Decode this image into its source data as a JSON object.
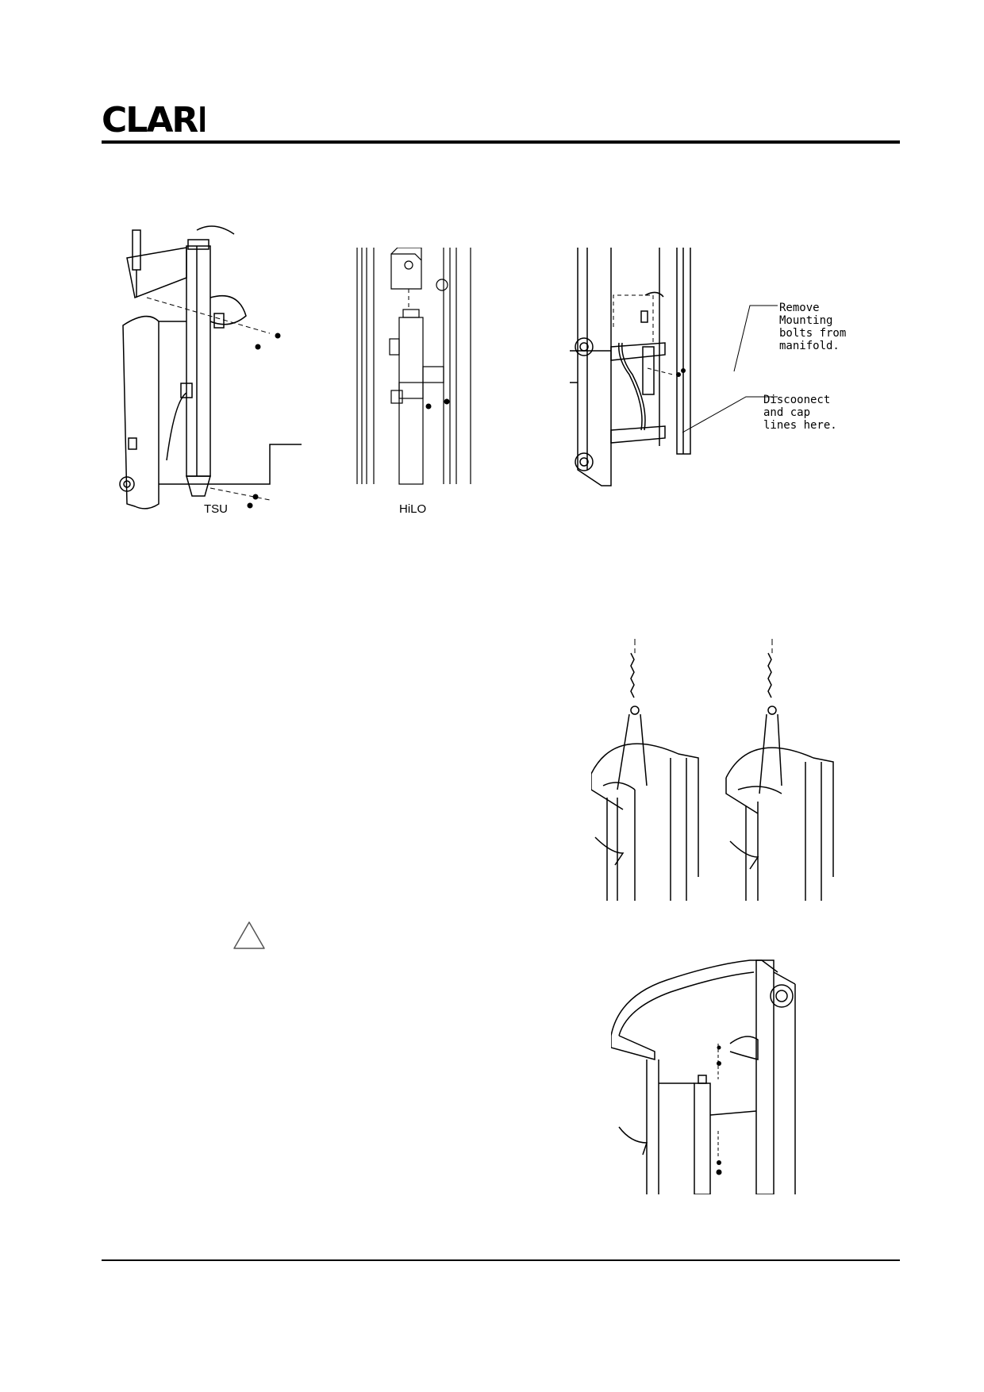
{
  "header": {
    "logo_text": "CLARK"
  },
  "figure_tsu": {
    "caption": "TSU"
  },
  "figure_hilo": {
    "caption": "HiLO"
  },
  "figure_manifold": {
    "callout_remove": "Remove\nMounting\nbolts from\nmanifold.",
    "callout_disconnect": "Discoonect\nand cap\nlines here."
  },
  "warning": {
    "icon": "warning-triangle-icon"
  }
}
